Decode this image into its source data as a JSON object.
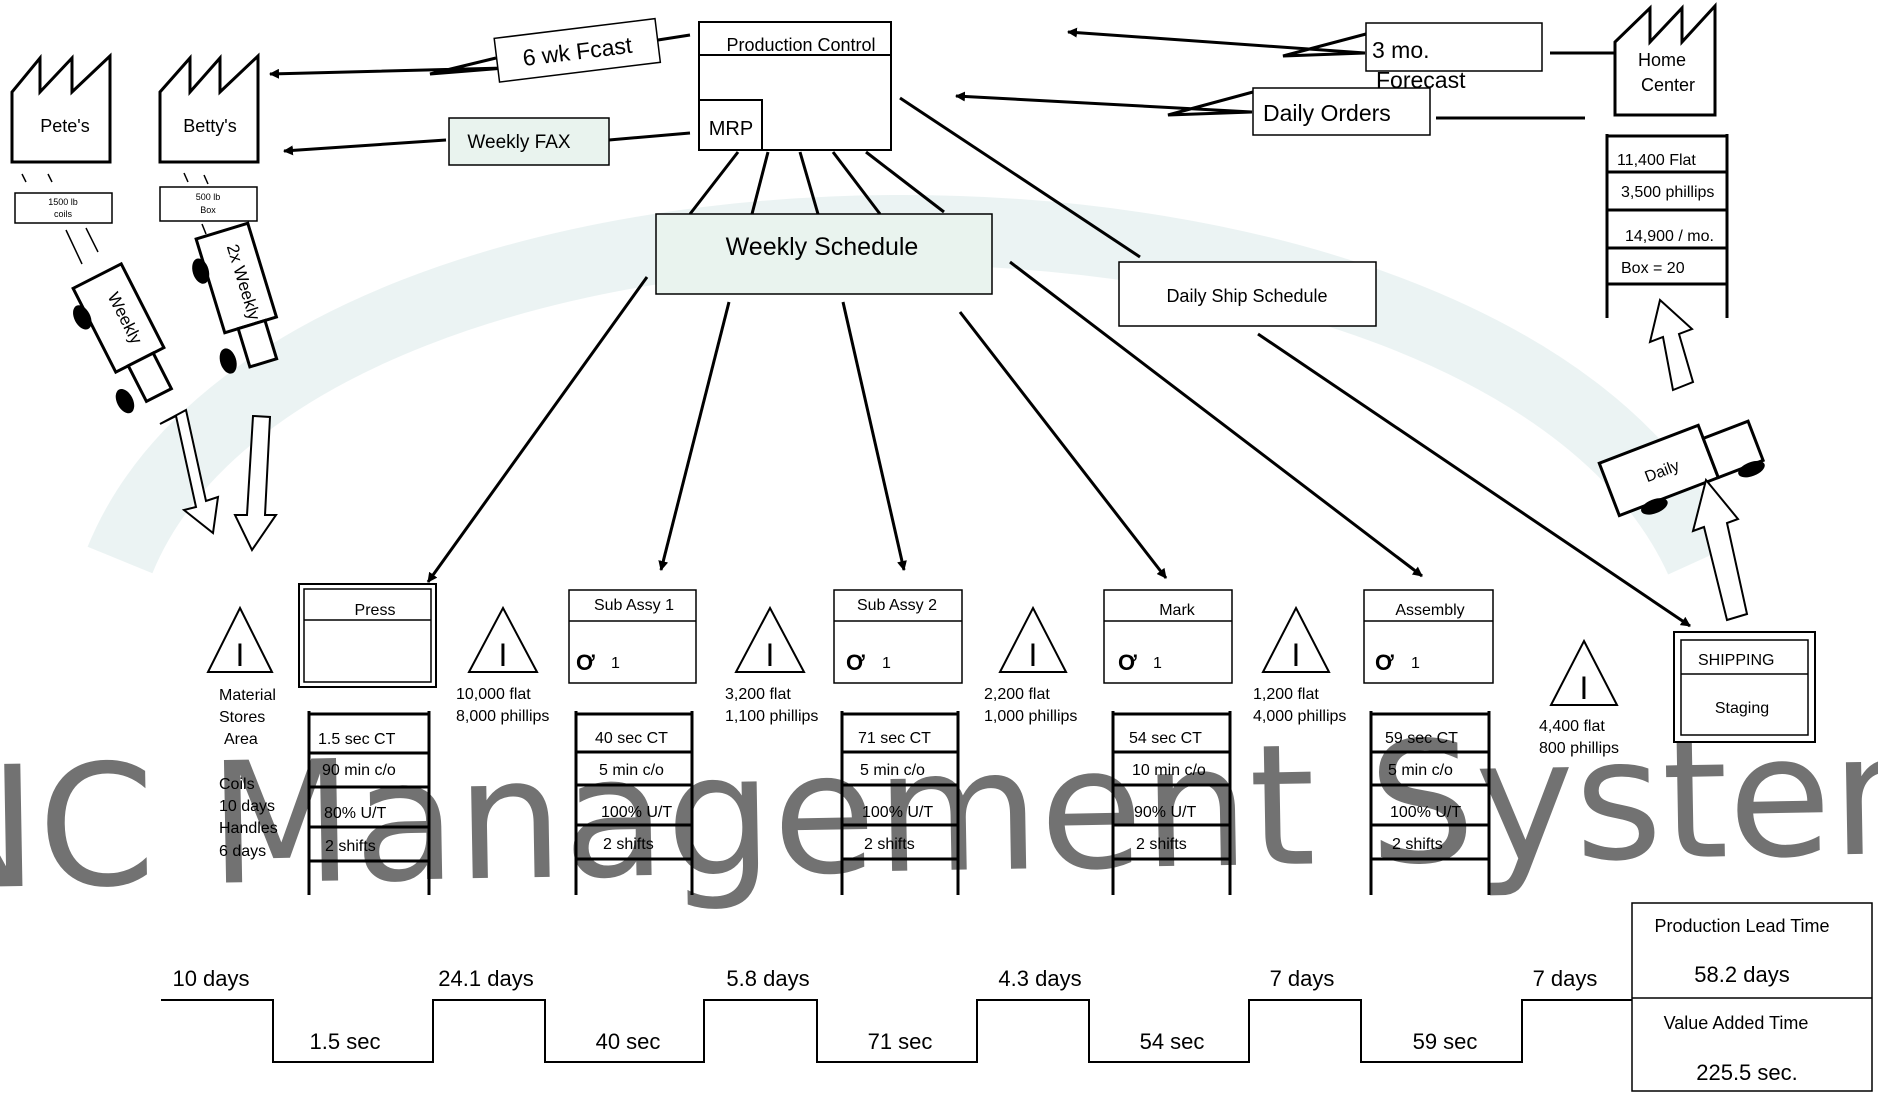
{
  "watermark": "ANC Management Systems",
  "colors": {
    "box_fill": "#e9f3ee",
    "stroke": "#000000",
    "watermark": "#d8dcdc",
    "arc": "#e3eeee"
  },
  "suppliers": {
    "petes": {
      "name": "Pete's",
      "delivery": [
        "1500 lb",
        "coils"
      ],
      "truck": "Weekly"
    },
    "bettys": {
      "name": "Betty's",
      "delivery": [
        "500 lb",
        "Box"
      ],
      "truck": "2x Weekly"
    }
  },
  "info": {
    "six_wk_fcast": "6 wk Fcast",
    "weekly_fax": "Weekly FAX",
    "production_control": "Production Control",
    "mrp": "MRP",
    "three_mo_forecast": [
      "3 mo.",
      "Forecast"
    ],
    "daily_orders": "Daily Orders",
    "weekly_schedule": "Weekly Schedule",
    "daily_ship_schedule": "Daily Ship Schedule"
  },
  "customer": {
    "name": [
      "Home",
      "Center"
    ],
    "data": [
      "11,400 Flat",
      "3,500 phillips",
      "14,900 / mo.",
      "Box = 20"
    ],
    "truck": "Daily"
  },
  "processes": [
    {
      "name": "Press",
      "operator": "",
      "data": [
        "1.5 sec CT",
        "90 min c/o",
        "80% U/T",
        "2 shifts"
      ]
    },
    {
      "name": "Sub Assy 1",
      "operator": "1",
      "data": [
        "40 sec CT",
        "5 min c/o",
        "100% U/T",
        "2 shifts"
      ]
    },
    {
      "name": "Sub Assy 2",
      "operator": "1",
      "data": [
        "71 sec CT",
        "5 min c/o",
        "100% U/T",
        "2 shifts"
      ]
    },
    {
      "name": "Mark",
      "operator": "1",
      "data": [
        "54 sec CT",
        "10 min c/o",
        "90% U/T",
        "2 shifts"
      ]
    },
    {
      "name": "Assembly",
      "operator": "1",
      "data": [
        "59 sec CT",
        "5 min c/o",
        "100% U/T",
        "2 shifts"
      ]
    }
  ],
  "shipping": {
    "title": "SHIPPING",
    "sub": "Staging"
  },
  "inventory": {
    "symbol": "I",
    "material_stores": [
      "Material",
      "Stores",
      "Area",
      "",
      "Coils",
      "10 days",
      "Handles",
      "6 days"
    ],
    "after_press": [
      "10,000 flat",
      "8,000 phillips"
    ],
    "after_sub1": [
      "3,200 flat",
      "1,100 phillips"
    ],
    "after_sub2": [
      "2,200 flat",
      "1,000 phillips"
    ],
    "after_mark": [
      "1,200 flat",
      "4,000 phillips"
    ],
    "before_ship": [
      "4,400 flat",
      "800 phillips"
    ]
  },
  "timeline": {
    "lead_times": [
      "10 days",
      "24.1 days",
      "5.8 days",
      "4.3 days",
      "7 days",
      "7 days"
    ],
    "process_times": [
      "1.5 sec",
      "40 sec",
      "71 sec",
      "54 sec",
      "59 sec"
    ]
  },
  "summary": {
    "lead_time_label": "Production Lead Time",
    "lead_time_value": "58.2 days",
    "value_added_label": "Value Added Time",
    "value_added_value": "225.5 sec."
  }
}
